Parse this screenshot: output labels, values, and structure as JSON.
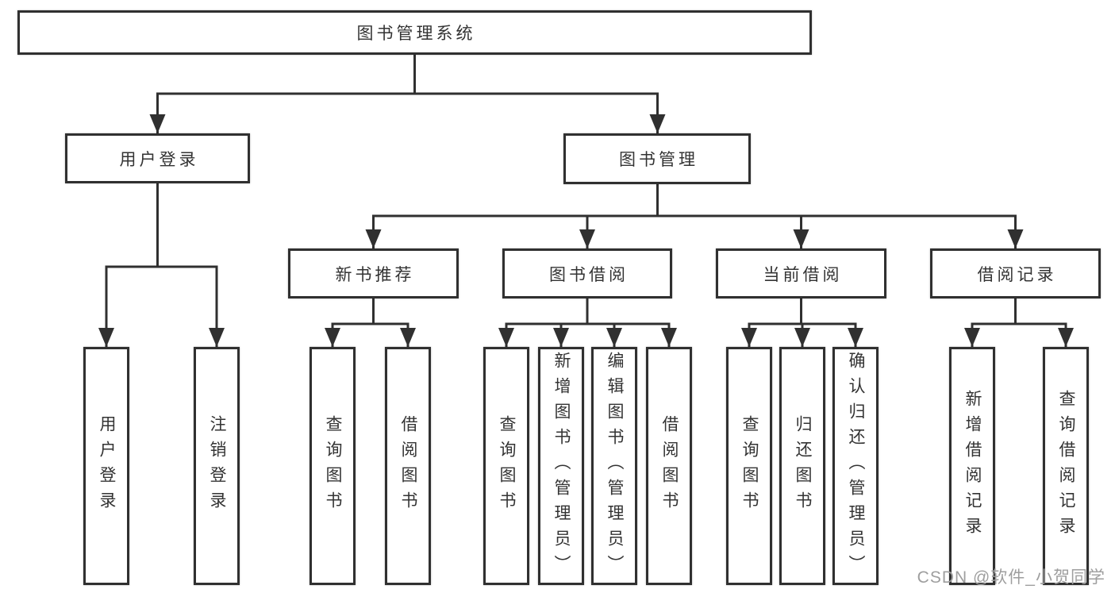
{
  "diagram_type": "hierarchy-tree",
  "colors": {
    "line": "#303030",
    "box_border": "#303030",
    "box_background": "#ffffff",
    "text": "#333333",
    "watermark": "#9e9e9e"
  },
  "tree": {
    "label": "图书管理系统",
    "children": [
      {
        "label": "用户登录",
        "children": [
          {
            "label": "用户登录"
          },
          {
            "label": "注销登录"
          }
        ]
      },
      {
        "label": "图书管理",
        "children": [
          {
            "label": "新书推荐",
            "children": [
              {
                "label": "查询图书"
              },
              {
                "label": "借阅图书"
              }
            ]
          },
          {
            "label": "图书借阅",
            "children": [
              {
                "label": "查询图书"
              },
              {
                "label": "新增图书（管理员）"
              },
              {
                "label": "编辑图书（管理员）"
              },
              {
                "label": "借阅图书"
              }
            ]
          },
          {
            "label": "当前借阅",
            "children": [
              {
                "label": "查询图书"
              },
              {
                "label": "归还图书"
              },
              {
                "label": "确认归还（管理员）"
              }
            ]
          },
          {
            "label": "借阅记录",
            "children": [
              {
                "label": "新增借阅记录"
              },
              {
                "label": "查询借阅记录"
              }
            ]
          }
        ]
      }
    ]
  },
  "watermark": {
    "text": "CSDN @软件_小贺同学"
  }
}
